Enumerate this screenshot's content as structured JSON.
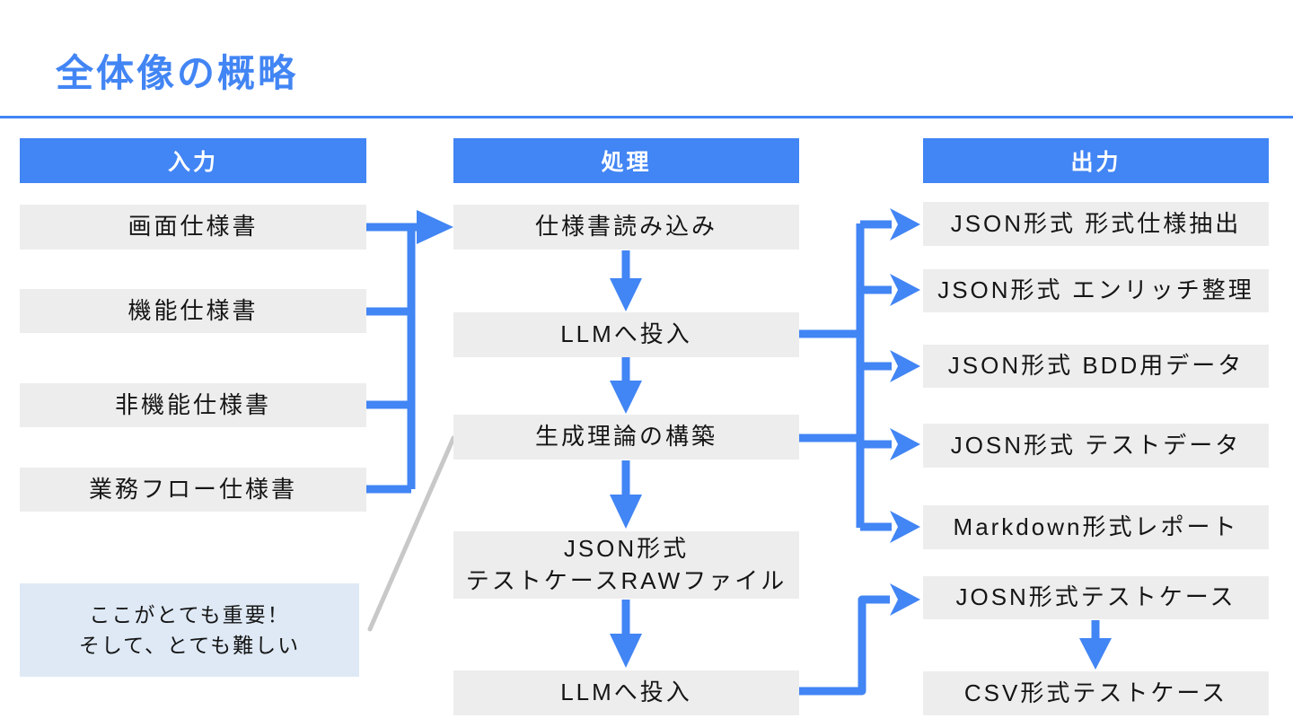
{
  "slide": {
    "title": "全体像の概略"
  },
  "columns": {
    "input": {
      "header": "入力",
      "boxes": [
        {
          "label": "画面仕様書"
        },
        {
          "label": "機能仕様書"
        },
        {
          "label": "非機能仕様書"
        },
        {
          "label": "業務フロー仕様書"
        }
      ]
    },
    "process": {
      "header": "処理",
      "boxes": [
        {
          "label": "仕様書読み込み"
        },
        {
          "label": "LLMへ投入"
        },
        {
          "label": "生成理論の構築"
        },
        {
          "line1": "JSON形式",
          "line2": "テストケースRAWファイル"
        },
        {
          "label": "LLMへ投入"
        }
      ]
    },
    "output": {
      "header": "出力",
      "boxes": [
        {
          "label": "JSON形式 形式仕様抽出"
        },
        {
          "label": "JSON形式 エンリッチ整理"
        },
        {
          "label": "JSON形式 BDD用データ"
        },
        {
          "label": "JOSN形式 テストデータ"
        },
        {
          "label": "Markdown形式レポート"
        },
        {
          "label": "JOSN形式テストケース"
        },
        {
          "label": "CSV形式テストケース"
        }
      ]
    }
  },
  "note": {
    "line1": "ここがとても重要！",
    "line2": "そして、とても難しい"
  },
  "colors": {
    "accent_blue": "#4285F4",
    "box_gray": "#EDEDED",
    "note_blue": "#DEE9F5",
    "callout_gray": "#C8C8C8"
  }
}
